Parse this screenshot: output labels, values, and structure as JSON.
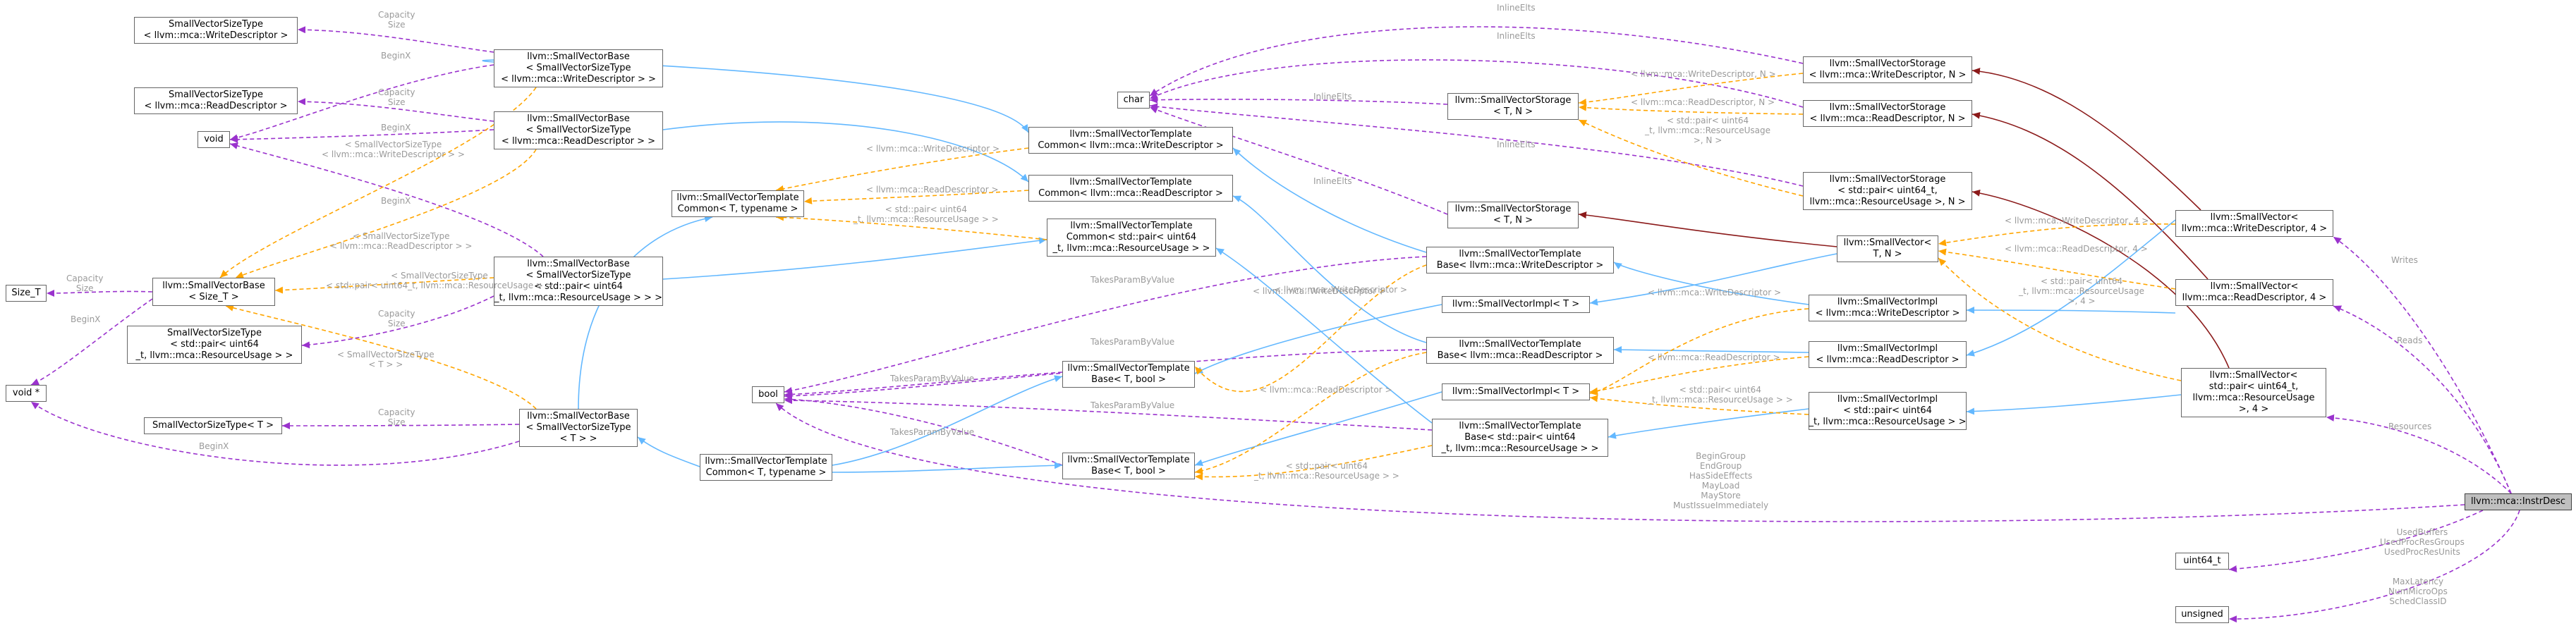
{
  "colors": {
    "inherit": "#63b8ff",
    "usage": "#9a32cd",
    "template": "#ffa500",
    "strong": "#8b1a1a",
    "label": "#9a9a9a",
    "border": "#666666",
    "highlight_fill": "#bfbfbf"
  },
  "nodes": [
    {
      "id": "svst_write",
      "lines": [
        "SmallVectorSizeType",
        "< llvm::mca::WriteDescriptor >"
      ]
    },
    {
      "id": "svst_read",
      "lines": [
        "SmallVectorSizeType",
        "< llvm::mca::ReadDescriptor >"
      ]
    },
    {
      "id": "void",
      "lines": [
        "void"
      ]
    },
    {
      "id": "size_t",
      "lines": [
        "Size_T"
      ]
    },
    {
      "id": "svbase_sizet",
      "lines": [
        "llvm::SmallVectorBase",
        "< Size_T >"
      ]
    },
    {
      "id": "svst_pair",
      "lines": [
        "SmallVectorSizeType",
        "< std::pair< uint64",
        "_t, llvm::mca::ResourceUsage > >"
      ]
    },
    {
      "id": "voidptr",
      "lines": [
        "void *"
      ]
    },
    {
      "id": "svst_T",
      "lines": [
        "SmallVectorSizeType< T >"
      ]
    },
    {
      "id": "svb_write",
      "lines": [
        "llvm::SmallVectorBase",
        "< SmallVectorSizeType",
        "< llvm::mca::WriteDescriptor > >"
      ]
    },
    {
      "id": "svb_read",
      "lines": [
        "llvm::SmallVectorBase",
        "< SmallVectorSizeType",
        "< llvm::mca::ReadDescriptor > >"
      ]
    },
    {
      "id": "svb_pair",
      "lines": [
        "llvm::SmallVectorBase",
        "< SmallVectorSizeType",
        "< std::pair< uint64",
        "_t, llvm::mca::ResourceUsage > > >"
      ]
    },
    {
      "id": "svb_T",
      "lines": [
        "llvm::SmallVectorBase",
        "< SmallVectorSizeType",
        "< T > >"
      ]
    },
    {
      "id": "svtc_T",
      "lines": [
        "llvm::SmallVectorTemplate",
        "Common< T, typename >"
      ]
    },
    {
      "id": "bool",
      "lines": [
        "bool"
      ]
    },
    {
      "id": "svtc_T2",
      "lines": [
        "llvm::SmallVectorTemplate",
        "Common< T, typename >"
      ]
    },
    {
      "id": "svtb_Tbool_a",
      "lines": [
        "llvm::SmallVectorTemplate",
        "Base< T, bool >"
      ]
    },
    {
      "id": "svtb_Tbool_b",
      "lines": [
        "llvm::SmallVectorTemplate",
        "Base< T, bool >"
      ]
    },
    {
      "id": "svtc_write",
      "lines": [
        "llvm::SmallVectorTemplate",
        "Common< llvm::mca::WriteDescriptor >"
      ]
    },
    {
      "id": "svtc_read",
      "lines": [
        "llvm::SmallVectorTemplate",
        "Common< llvm::mca::ReadDescriptor >"
      ]
    },
    {
      "id": "svtc_pair",
      "lines": [
        "llvm::SmallVectorTemplate",
        "Common< std::pair< uint64",
        "_t, llvm::mca::ResourceUsage > >"
      ]
    },
    {
      "id": "char",
      "lines": [
        "char"
      ]
    },
    {
      "id": "svs_TN",
      "lines": [
        "llvm::SmallVectorStorage",
        "< T, N >"
      ]
    },
    {
      "id": "svs_T",
      "lines": [
        "llvm::SmallVectorStorage",
        "< T, N >"
      ]
    },
    {
      "id": "svtb_write",
      "lines": [
        "llvm::SmallVectorTemplate",
        "Base< llvm::mca::WriteDescriptor >"
      ]
    },
    {
      "id": "svimpl_T_a",
      "lines": [
        "llvm::SmallVectorImpl< T >"
      ]
    },
    {
      "id": "svtb_read",
      "lines": [
        "llvm::SmallVectorTemplate",
        "Base< llvm::mca::ReadDescriptor >"
      ]
    },
    {
      "id": "svimpl_T_b",
      "lines": [
        "llvm::SmallVectorImpl< T >"
      ]
    },
    {
      "id": "svtb_pair",
      "lines": [
        "llvm::SmallVectorTemplate",
        "Base< std::pair< uint64",
        "_t, llvm::mca::ResourceUsage > >"
      ]
    },
    {
      "id": "svs_write",
      "lines": [
        "llvm::SmallVectorStorage",
        "< llvm::mca::WriteDescriptor, N >"
      ]
    },
    {
      "id": "svs_read",
      "lines": [
        "llvm::SmallVectorStorage",
        "< llvm::mca::ReadDescriptor, N >"
      ]
    },
    {
      "id": "svs_pair",
      "lines": [
        "llvm::SmallVectorStorage",
        "< std::pair< uint64_t,",
        "llvm::mca::ResourceUsage >, N >"
      ]
    },
    {
      "id": "sv_TN",
      "lines": [
        "llvm::SmallVector<",
        "T, N >"
      ]
    },
    {
      "id": "svimpl_write",
      "lines": [
        "llvm::SmallVectorImpl",
        "< llvm::mca::WriteDescriptor >"
      ]
    },
    {
      "id": "svimpl_read",
      "lines": [
        "llvm::SmallVectorImpl",
        "< llvm::mca::ReadDescriptor >"
      ]
    },
    {
      "id": "svimpl_pair",
      "lines": [
        "llvm::SmallVectorImpl",
        "< std::pair< uint64",
        "_t, llvm::mca::ResourceUsage > >"
      ]
    },
    {
      "id": "sv_write",
      "lines": [
        "llvm::SmallVector<",
        "llvm::mca::WriteDescriptor, 4 >"
      ]
    },
    {
      "id": "sv_read",
      "lines": [
        "llvm::SmallVector<",
        "llvm::mca::ReadDescriptor, 4 >"
      ]
    },
    {
      "id": "sv_pair",
      "lines": [
        "llvm::SmallVector<",
        "std::pair< uint64_t,",
        "llvm::mca::ResourceUsage",
        ">, 4 >"
      ]
    },
    {
      "id": "instrdesc",
      "lines": [
        "llvm::mca::InstrDesc"
      ]
    },
    {
      "id": "uint64",
      "lines": [
        "uint64_t"
      ]
    },
    {
      "id": "unsigned",
      "lines": [
        "unsigned"
      ]
    }
  ],
  "labels": [
    {
      "id": "l1",
      "lines": [
        "Capacity",
        "Size"
      ]
    },
    {
      "id": "l2",
      "lines": [
        "BeginX"
      ]
    },
    {
      "id": "l3",
      "lines": [
        "Capacity",
        "Size"
      ]
    },
    {
      "id": "l4",
      "lines": [
        "BeginX"
      ]
    },
    {
      "id": "l5",
      "lines": [
        "< SmallVectorSizeType",
        "< llvm::mca::WriteDescriptor > >"
      ]
    },
    {
      "id": "l6",
      "lines": [
        "BeginX"
      ]
    },
    {
      "id": "l7",
      "lines": [
        "< SmallVectorSizeType",
        "< llvm::mca::ReadDescriptor > >"
      ]
    },
    {
      "id": "l8",
      "lines": [
        "< SmallVectorSizeType",
        "< std::pair< uint64_t, llvm::mca::ResourceUsage > >"
      ]
    },
    {
      "id": "l9",
      "lines": [
        "Capacity",
        "Size"
      ]
    },
    {
      "id": "l10",
      "lines": [
        "BeginX"
      ]
    },
    {
      "id": "l11",
      "lines": [
        "Capacity",
        "Size"
      ]
    },
    {
      "id": "l12",
      "lines": [
        "< SmallVectorSizeType",
        "< T > >"
      ]
    },
    {
      "id": "l13",
      "lines": [
        "Capacity",
        "Size"
      ]
    },
    {
      "id": "l14",
      "lines": [
        "BeginX"
      ]
    },
    {
      "id": "l15",
      "lines": [
        "< llvm::mca::WriteDescriptor >"
      ]
    },
    {
      "id": "l16",
      "lines": [
        "< llvm::mca::ReadDescriptor >"
      ]
    },
    {
      "id": "l17",
      "lines": [
        "< std::pair< uint64",
        "_t, llvm::mca::ResourceUsage > >"
      ]
    },
    {
      "id": "l18",
      "lines": [
        "TakesParamByValue"
      ]
    },
    {
      "id": "l19",
      "lines": [
        "TakesParamByValue"
      ]
    },
    {
      "id": "l20",
      "lines": [
        "TakesParamByValue"
      ]
    },
    {
      "id": "l21",
      "lines": [
        "TakesParamByValue"
      ]
    },
    {
      "id": "l22",
      "lines": [
        "TakesParamByValue"
      ]
    },
    {
      "id": "l23",
      "lines": [
        "< llvm::mca::WriteDescriptor >"
      ]
    },
    {
      "id": "l24",
      "lines": [
        "< llvm::mca::ReadDescriptor >"
      ]
    },
    {
      "id": "l25",
      "lines": [
        "< std::pair< uint64",
        "_t, llvm::mca::ResourceUsage > >"
      ]
    },
    {
      "id": "l26",
      "lines": [
        "InlineElts"
      ]
    },
    {
      "id": "l27",
      "lines": [
        "InlineElts"
      ]
    },
    {
      "id": "l28",
      "lines": [
        "InlineElts"
      ]
    },
    {
      "id": "l29",
      "lines": [
        "InlineElts"
      ]
    },
    {
      "id": "l30",
      "lines": [
        "InlineElts"
      ]
    },
    {
      "id": "l31",
      "lines": [
        "< llvm::mca::WriteDescriptor, N >"
      ]
    },
    {
      "id": "l32",
      "lines": [
        "< llvm::mca::ReadDescriptor, N >"
      ]
    },
    {
      "id": "l33",
      "lines": [
        "< std::pair< uint64",
        "_t, llvm::mca::ResourceUsage",
        ">, N >"
      ]
    },
    {
      "id": "l34",
      "lines": [
        "< llvm::mca::WriteDescriptor >"
      ]
    },
    {
      "id": "l35",
      "lines": [
        "< llvm::mca::ReadDescriptor >"
      ]
    },
    {
      "id": "l36",
      "lines": [
        "< std::pair< uint64",
        "_t, llvm::mca::ResourceUsage > >"
      ]
    },
    {
      "id": "l37",
      "lines": [
        "< llvm::mca::WriteDescriptor, 4 >"
      ]
    },
    {
      "id": "l38",
      "lines": [
        "< llvm::mca::ReadDescriptor, 4 >"
      ]
    },
    {
      "id": "l39",
      "lines": [
        "< std::pair< uint64",
        "_t, llvm::mca::ResourceUsage",
        ">, 4 >"
      ]
    },
    {
      "id": "l40",
      "lines": [
        "Writes"
      ]
    },
    {
      "id": "l41",
      "lines": [
        "Reads"
      ]
    },
    {
      "id": "l42",
      "lines": [
        "Resources"
      ]
    },
    {
      "id": "l43",
      "lines": [
        "BeginGroup",
        "EndGroup",
        "HasSideEffects",
        "MayLoad",
        "MayStore",
        "MustIssueImmediately"
      ]
    },
    {
      "id": "l44",
      "lines": [
        "UsedBuffers",
        "UsedProcResGroups",
        "UsedProcResUnits"
      ]
    },
    {
      "id": "l45",
      "lines": [
        "MaxLatency",
        "NumMicroOps",
        "SchedClassID"
      ]
    },
    {
      "id": "l46",
      "lines": [
        "< llvm::mca::WriteDescriptor >"
      ]
    }
  ]
}
